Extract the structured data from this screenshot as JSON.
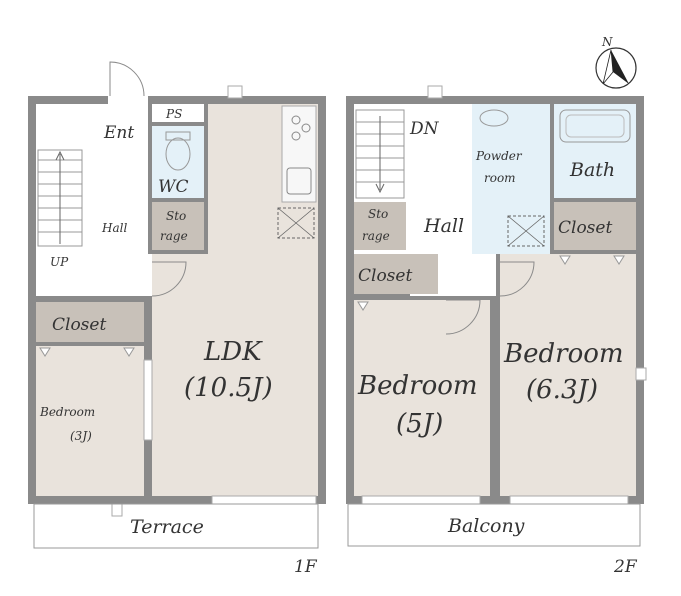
{
  "labels": {
    "floor1": "1F",
    "floor2": "2F",
    "north": "N",
    "ent": "Ent",
    "ps": "PS",
    "wc": "WC",
    "hall1": "Hall",
    "storage1_a": "Sto",
    "storage1_b": "rage",
    "up": "UP",
    "closet1": "Closet",
    "ldk_name": "LDK",
    "ldk_size": "(10.5J)",
    "bedroom1_name": "Bedroom",
    "bedroom1_size": "(3J)",
    "terrace": "Terrace",
    "dn": "DN",
    "powder_a": "Powder",
    "powder_b": "room",
    "bath": "Bath",
    "storage2_a": "Sto",
    "storage2_b": "rage",
    "hall2": "Hall",
    "closet2a": "Closet",
    "closet2b": "Closet",
    "bedroom2_name": "Bedroom",
    "bedroom2_size": "(5J)",
    "bedroom3_name": "Bedroom",
    "bedroom3_size": "(6.3J)",
    "balcony": "Balcony"
  },
  "colors": {
    "wall": "#8a8a8a",
    "room_floor": "#e9e3dc",
    "wet_area": "#e4f1f8",
    "closet": "#c8c1b9"
  }
}
